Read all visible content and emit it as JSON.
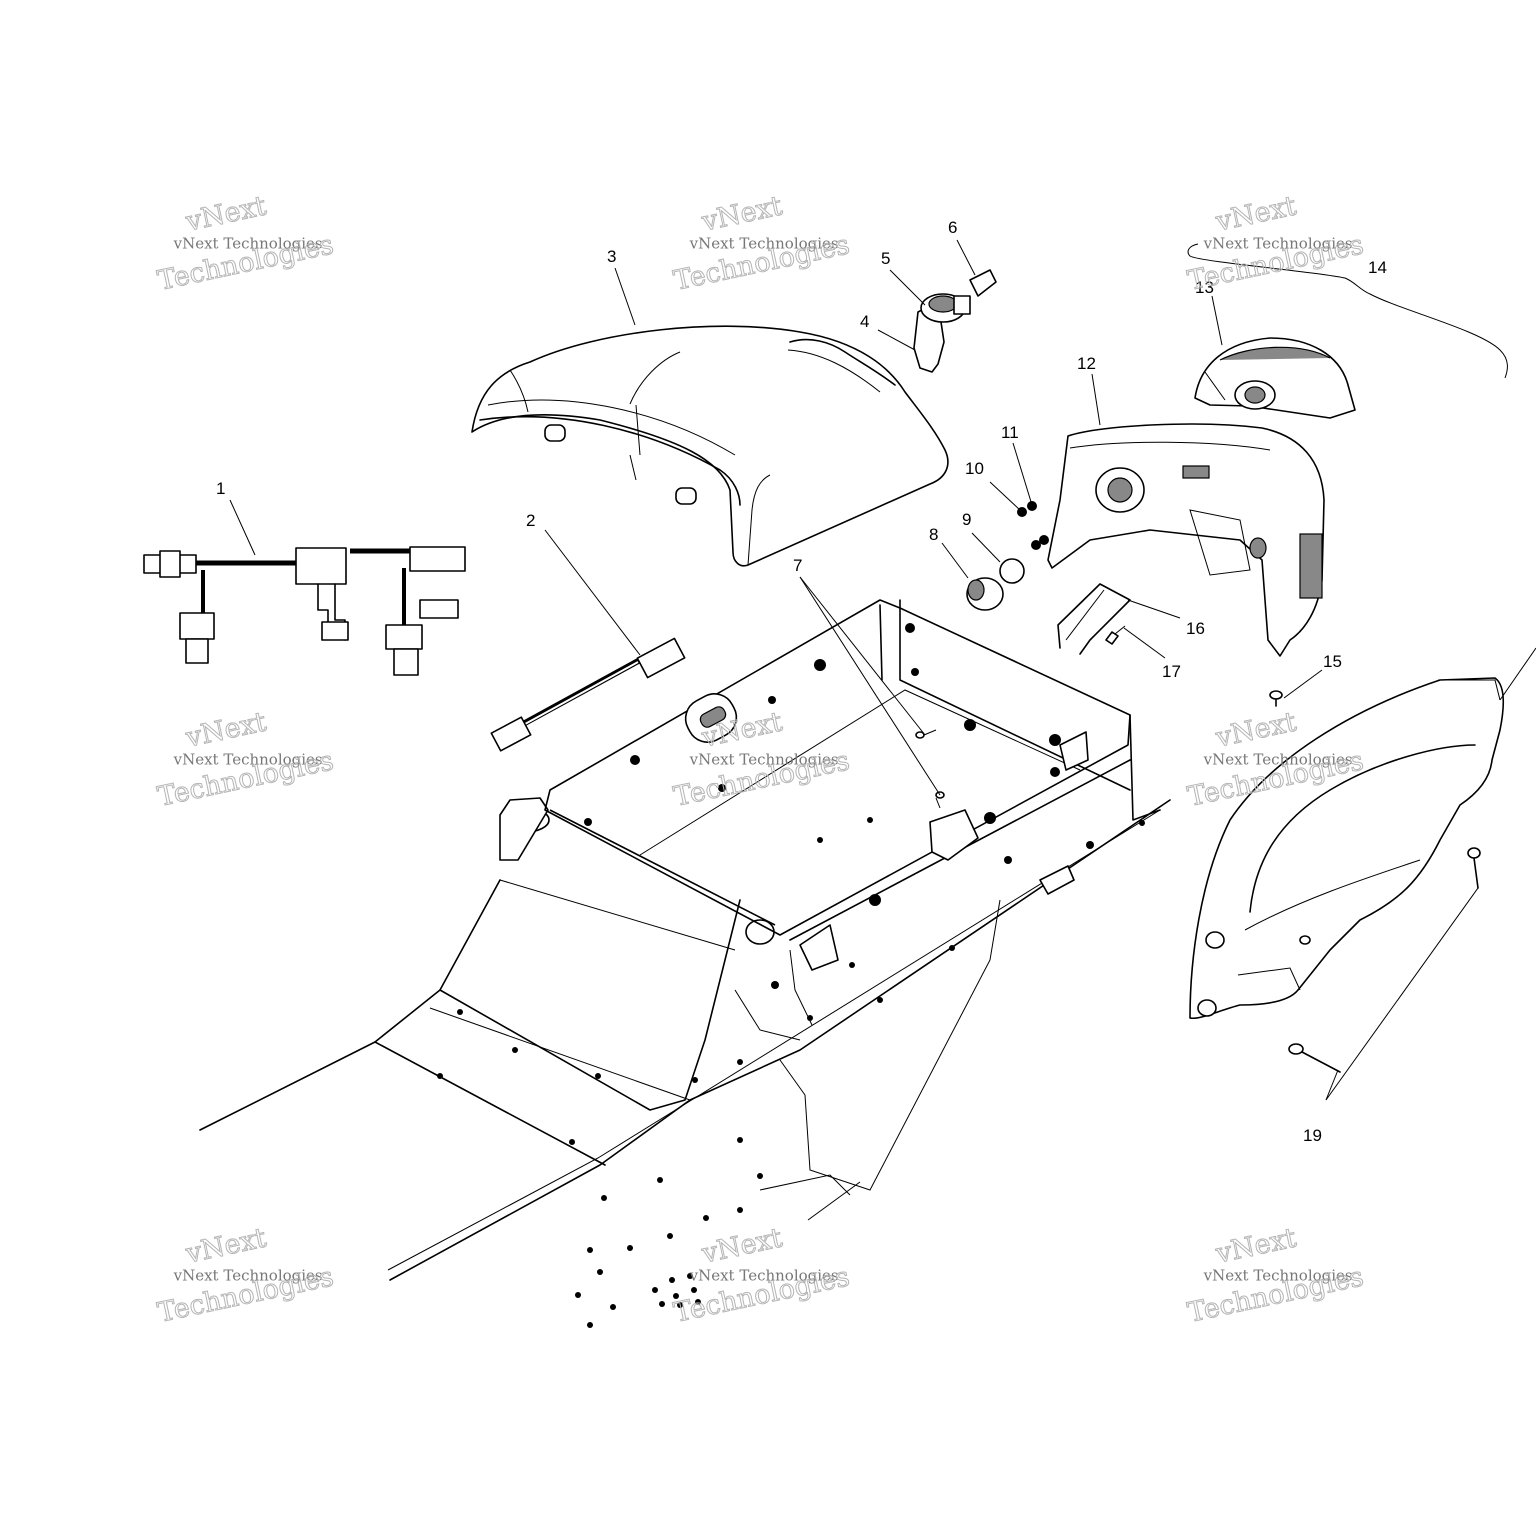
{
  "callouts": {
    "p1": "1",
    "p2": "2",
    "p3": "3",
    "p4": "4",
    "p5": "5",
    "p6": "6",
    "p7": "7",
    "p8": "8",
    "p9": "9",
    "p10": "10",
    "p11": "11",
    "p12": "12",
    "p13": "13",
    "p14": "14",
    "p15": "15",
    "p16": "16",
    "p17": "17",
    "p19": "19"
  },
  "watermark": {
    "line1": "vNext",
    "line2": "vNext Technologies",
    "line3": "Technologies"
  }
}
